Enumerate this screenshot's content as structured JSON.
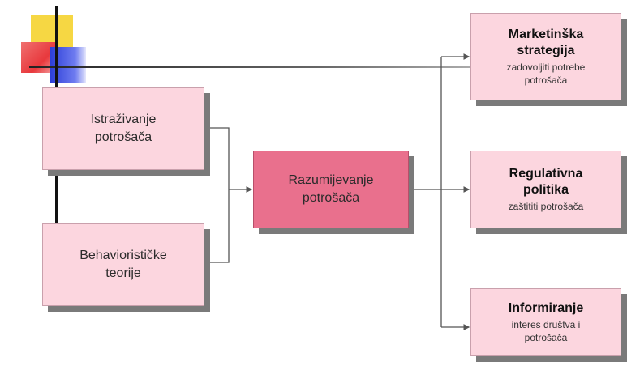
{
  "diagram": {
    "inputs": [
      {
        "lines": [
          "Istraživanje",
          "potrošača"
        ]
      },
      {
        "lines": [
          "Behaviorističke",
          "teorije"
        ]
      }
    ],
    "center": {
      "lines": [
        "Razumijevanje",
        "potrošača"
      ]
    },
    "outputs": [
      {
        "title_lines": [
          "Marketinška",
          "strategija"
        ],
        "sub_lines": [
          "zadovoljiti potrebe",
          "potrošača"
        ]
      },
      {
        "title_lines": [
          "Regulativna",
          "politika"
        ],
        "sub_lines": [
          "zaštititi potrošača"
        ]
      },
      {
        "title_lines": [
          "Informiranje"
        ],
        "sub_lines": [
          "interes društva i",
          "potrošača"
        ]
      }
    ]
  },
  "colors": {
    "box_fill": "#fcd6df",
    "center_fill": "#e9708d",
    "shadow": "#7a7a7a",
    "connector": "#555555"
  }
}
